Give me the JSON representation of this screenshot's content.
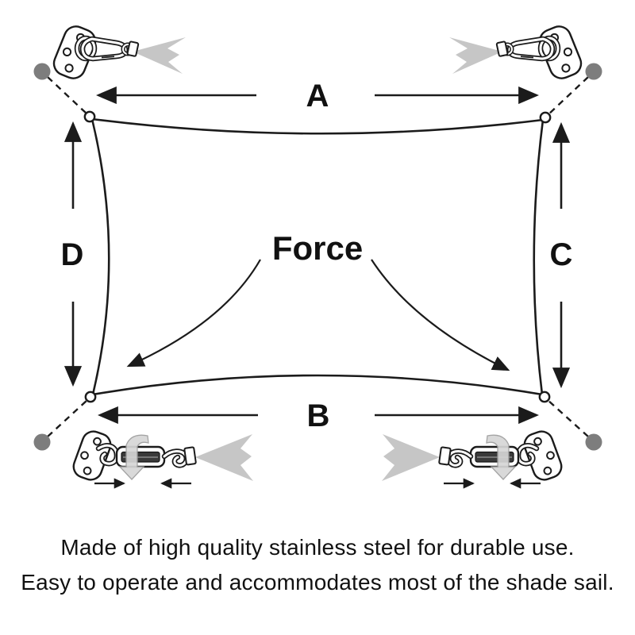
{
  "labels": {
    "top_edge": "A",
    "bottom_edge": "B",
    "right_edge": "C",
    "left_edge": "D",
    "center_force": "Force"
  },
  "captions": {
    "line1": "Made of high quality stainless steel for durable use.",
    "line2": "Easy to operate and accommodates most of the shade sail."
  },
  "colors": {
    "line": "#1b1b1b",
    "anchor_dot": "#7d7d7d",
    "fabric": "#c6c6c6",
    "barrel": "#3a3a3a",
    "ribbon": "#d6d6d6",
    "background": "#ffffff"
  }
}
